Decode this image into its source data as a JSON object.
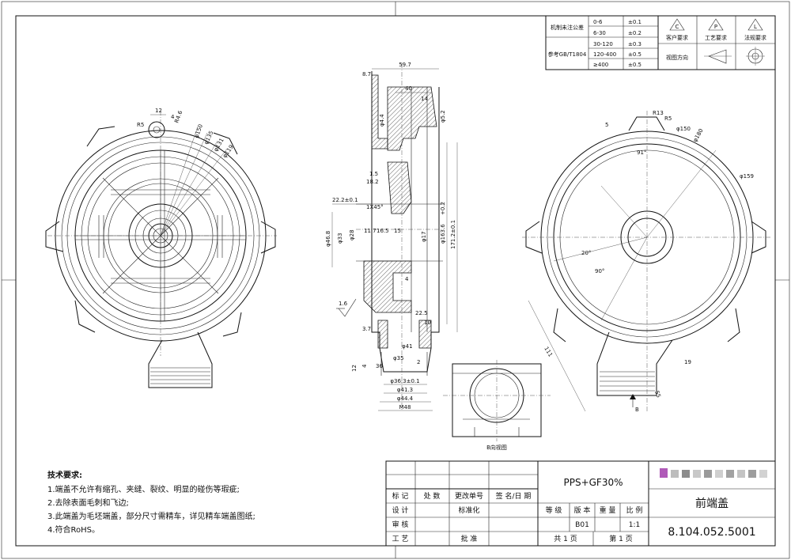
{
  "tolerance_table": {
    "label_general": "机制未注公差",
    "label_ref": "参考GB/T1804",
    "rows": [
      {
        "range": "0-6",
        "tol": "±0.1"
      },
      {
        "range": "6-30",
        "tol": "±0.2"
      },
      {
        "range": "30-120",
        "tol": "±0.3"
      },
      {
        "range": "120-400",
        "tol": "±0.5"
      },
      {
        "range": "≥400",
        "tol": "±0.5"
      }
    ]
  },
  "requirement_symbols": [
    {
      "letter": "C",
      "label": "客户要求"
    },
    {
      "letter": "P",
      "label": "工艺要求"
    },
    {
      "letter": "L",
      "label": "法规要求"
    }
  ],
  "view_direction_label": "视图方向",
  "left_view_dims": [
    "12",
    "R5",
    "4",
    "R4.6",
    "φ150",
    "φ135",
    "φ131",
    "φ119"
  ],
  "section_dims": {
    "top": "59.7",
    "d8_7": "8.7",
    "d40": "40",
    "d14": "14",
    "d4_4": "φ4.4",
    "d5_2": "φ5.2",
    "d1_5": "1.5",
    "d18_2": "18.2",
    "d22_2": "22.2±0.1",
    "chamfer": "1X45°",
    "d46_8": "φ46.8",
    "d33": "φ33",
    "d28": "φ28",
    "d11_7": "11.7",
    "d16_5": "16.5",
    "d15": "15",
    "d17": "φ17",
    "d163": "φ163.6",
    "d163_tol": "+0.2",
    "d171": "171.2±0.1",
    "d4": "4",
    "d22_5": "22.5",
    "d10": "10",
    "d3_7": "3.7",
    "d41": "φ41",
    "d35": "φ35",
    "d36": "36",
    "d2": "2",
    "d12": "12",
    "d4b": "4",
    "d36_3": "φ36.3±0.1",
    "d41_3": "φ41.3",
    "d44_4": "φ44.4",
    "m48": "M48",
    "roughness": "1.6"
  },
  "right_view_dims": [
    "R13",
    "R5",
    "φ180",
    "φ159",
    "φ150",
    "5",
    "91°",
    "20°",
    "90°",
    "111",
    "55",
    "19",
    "B"
  ],
  "b_view_label": "B向视图",
  "tech_requirements": {
    "title": "技术要求:",
    "items": [
      "1.端盖不允许有缩孔、夹缝、裂纹、明显的碰伤等瑕疵;",
      "2.去除表面毛刺和飞边;",
      "3.此端盖为毛坯端盖，部分尺寸需精车，详见精车端盖图纸;",
      "4.符合RoHS。"
    ]
  },
  "title_block": {
    "headers": [
      "标 记",
      "处 数",
      "更改单号",
      "签 名/日 期"
    ],
    "design": "设 计",
    "standardization": "标准化",
    "review": "审 核",
    "process": "工 艺",
    "approve": "批 准",
    "material": "PPS+GF30%",
    "grade_headers": [
      "等 级",
      "版 本",
      "重 量",
      "比 例"
    ],
    "version": "B01",
    "scale": "1:1",
    "pages_total": "共 1 页",
    "page_num": "第 1 页",
    "part_name": "前端盖",
    "part_number": "8.104.052.5001"
  }
}
